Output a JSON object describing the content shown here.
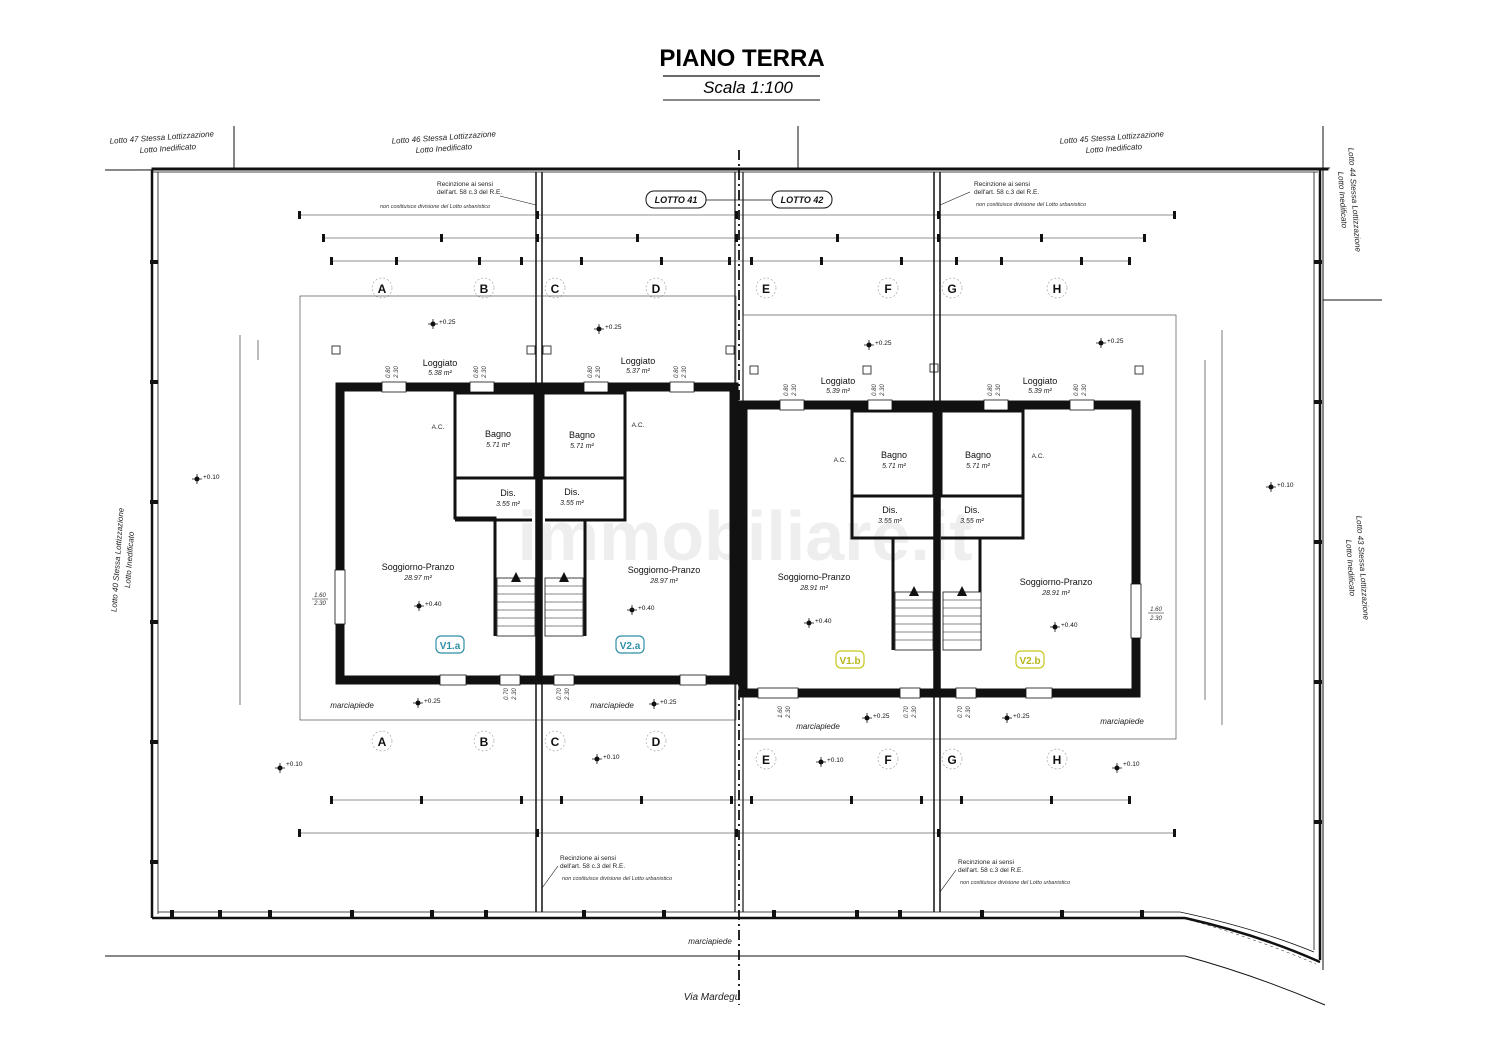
{
  "title": "PIANO TERRA",
  "scale": "Scala 1:100",
  "watermark": "immobiliare.it",
  "lotti": [
    "LOTTO 41",
    "LOTTO 42"
  ],
  "neighbors": {
    "top_left": [
      "Lotto 47 Stessa Lottizzazione",
      "Lotto Inedificato"
    ],
    "top_mid": [
      "Lotto 46 Stessa Lottizzazione",
      "Lotto Inedificato"
    ],
    "top_right": [
      "Lotto 45 Stessa Lottizzazione",
      "Lotto Inedificato"
    ],
    "left": [
      "Lotto 40 Stessa Lottizzazione",
      "Lotto Inedificato"
    ],
    "right_top": [
      "Lotto 44 Stessa Lottizzazione",
      "Lotto Inedificato"
    ],
    "right": [
      "Lotto 43 Stessa Lottizzazione",
      "Lotto Inedificato"
    ]
  },
  "fence_note": [
    "Recinzione ai sensi",
    "dell'art. 58 c.3 del R.E.",
    "non costituisce divisione del Lotto urbanistico"
  ],
  "street": "Via Mardegu",
  "sidewalk": "marciapiede",
  "axes": [
    "A",
    "B",
    "C",
    "D",
    "E",
    "F",
    "G",
    "H"
  ],
  "rooms": {
    "loggiato": "Loggiato",
    "bagno": "Bagno",
    "dis": "Dis.",
    "soggiorno": "Soggiorno-Pranzo",
    "ac": "A.C."
  },
  "units": [
    {
      "name": "V1.a",
      "color": "#2f8fa6",
      "loggiato": "5.38 m²",
      "bagno": "5.71 m²",
      "dis": "3.55 m²",
      "soggiorno": "28.97 m²"
    },
    {
      "name": "V2.a",
      "color": "#2f8fa6",
      "loggiato": "5.37 m²",
      "bagno": "5.71 m²",
      "dis": "3.55 m²",
      "soggiorno": "28.97 m²"
    },
    {
      "name": "V1.b",
      "color": "#c8c81e",
      "loggiato": "5.39 m²",
      "bagno": "5.71 m²",
      "dis": "3.55 m²",
      "soggiorno": "28.91 m²"
    },
    {
      "name": "V2.b",
      "color": "#c8c81e",
      "loggiato": "5.39 m²",
      "bagno": "5.71 m²",
      "dis": "3.55 m²",
      "soggiorno": "28.91 m²"
    }
  ],
  "levels": {
    "inside": "+0.40",
    "outside": "+0.25",
    "garden": "+0.10"
  },
  "window_tags": {
    "side": [
      "1.60",
      "2.30"
    ],
    "small": [
      "0.80",
      "2.30"
    ],
    "door": [
      "0.70",
      "2.30"
    ]
  }
}
